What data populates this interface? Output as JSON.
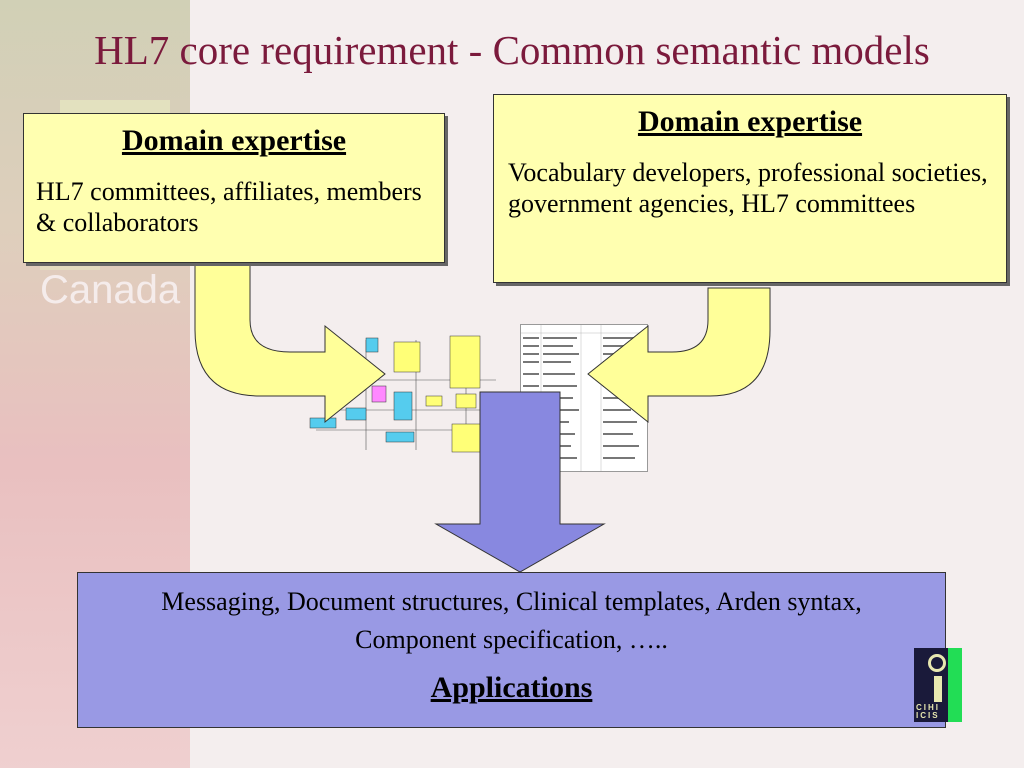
{
  "slide": {
    "title": "HL7 core requirement - Common semantic models",
    "background_text": "Canada"
  },
  "left_box": {
    "heading": "Domain expertise",
    "body": "HL7 committees, affiliates, members & collaborators"
  },
  "right_box": {
    "heading": "Domain expertise",
    "body": "Vocabulary developers, professional societies, government agencies, HL7 committees"
  },
  "bottom_box": {
    "body": "Messaging, Document structures, Clinical templates, Arden syntax, Component specification, …..",
    "heading": "Applications"
  },
  "logo": {
    "text": "CIHI ICIS"
  },
  "colors": {
    "title": "#7b1a3c",
    "domain_box": "#ffffb0",
    "arrow_yellow": "#ffff99",
    "arrow_blue": "#8888e0",
    "applications_box": "#9999e4"
  }
}
